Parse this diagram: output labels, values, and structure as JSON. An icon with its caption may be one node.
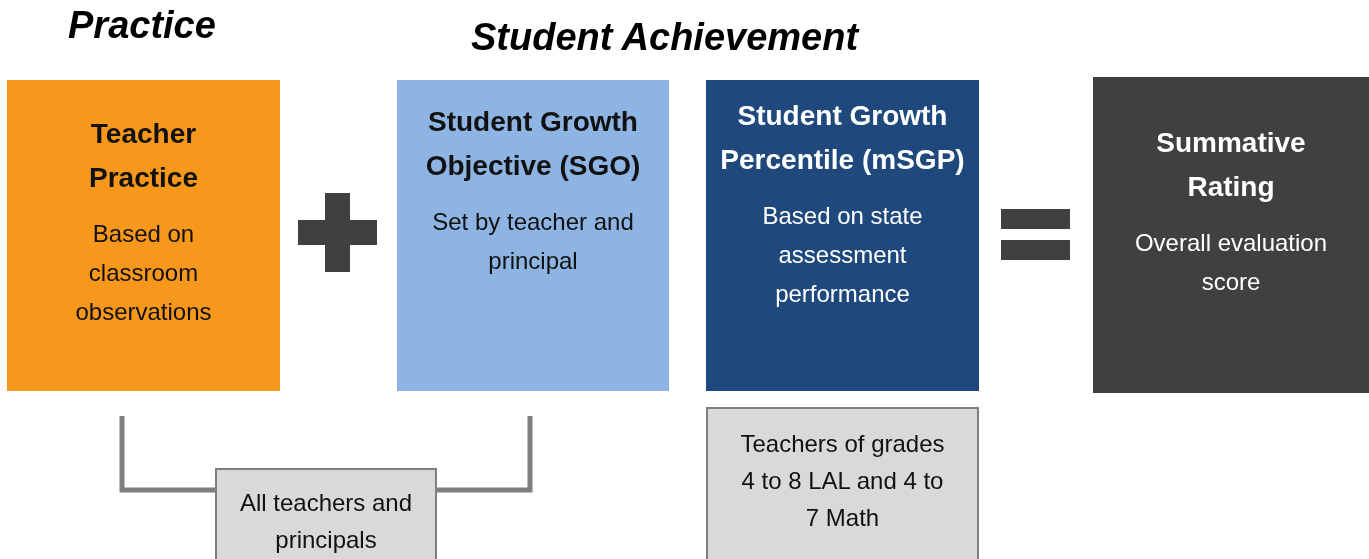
{
  "diagram": {
    "nodes": [
      {
        "text": [
          "Teacher Practice",
          "Based on classroom observations"
        ]
      },
      {
        "text": [
          "Student Growth Objective (SGO)",
          "Set by teacher and principal"
        ]
      },
      {
        "text": [
          "Student Growth Percentile (mSGP)",
          "Based on state assessment performance"
        ]
      },
      {
        "text": [
          "Summative Rating",
          "Overall evaluation score"
        ]
      },
      {
        "text": [
          "All teachers and principals"
        ]
      },
      {
        "text": [
          "Teachers of grades 4 to 8 LAL and 4 to 7 Math"
        ]
      }
    ],
    "edges": [
      {
        "from": 0,
        "to": 4,
        "arrow": "none"
      },
      {
        "from": 1,
        "to": 4,
        "arrow": "none"
      }
    ],
    "labels": [
      "Practice",
      "Student Achievement"
    ]
  }
}
